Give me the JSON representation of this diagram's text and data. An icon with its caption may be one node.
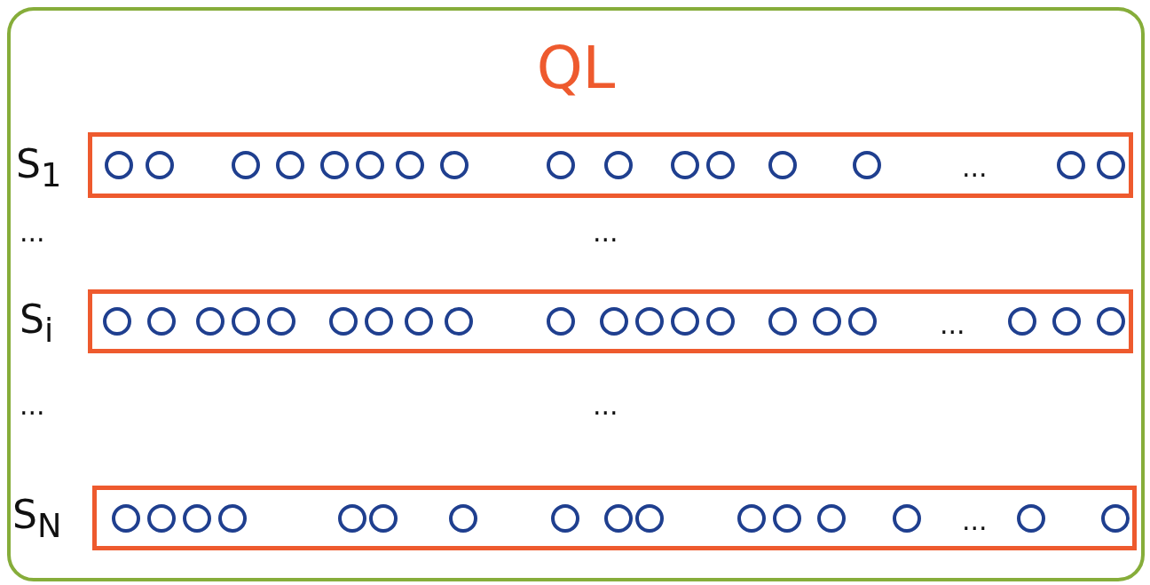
{
  "diagram": {
    "nodes": [
      {
        "text": [
          "QL"
        ]
      },
      {
        "text": [
          "..."
        ],
        "in": 0
      },
      {
        "text": [],
        "shape": "circle",
        "in": 1
      },
      {
        "text": [],
        "shape": "circle",
        "in": 1
      },
      {
        "text": [],
        "shape": "circle",
        "in": 1
      },
      {
        "text": [],
        "shape": "circle",
        "in": 1
      },
      {
        "text": [],
        "shape": "circle",
        "in": 1
      },
      {
        "text": [],
        "shape": "circle",
        "in": 1
      },
      {
        "text": [],
        "shape": "circle",
        "in": 1
      },
      {
        "text": [],
        "shape": "circle",
        "in": 1
      },
      {
        "text": [],
        "shape": "circle",
        "in": 1
      },
      {
        "text": [],
        "shape": "circle",
        "in": 1
      },
      {
        "text": [],
        "shape": "circle",
        "in": 1
      },
      {
        "text": [],
        "shape": "circle",
        "in": 1
      },
      {
        "text": [],
        "shape": "circle",
        "in": 1
      },
      {
        "text": [],
        "shape": "circle",
        "in": 1
      },
      {
        "text": [],
        "shape": "circle",
        "in": 1
      },
      {
        "text": [],
        "shape": "circle",
        "in": 1
      },
      {
        "text": [
          "..."
        ],
        "in": 0
      },
      {
        "text": [],
        "shape": "circle",
        "in": 18
      },
      {
        "text": [],
        "shape": "circle",
        "in": 18
      },
      {
        "text": [],
        "shape": "circle",
        "in": 18
      },
      {
        "text": [],
        "shape": "circle",
        "in": 18
      },
      {
        "text": [],
        "shape": "circle",
        "in": 18
      },
      {
        "text": [],
        "shape": "circle",
        "in": 18
      },
      {
        "text": [],
        "shape": "circle",
        "in": 18
      },
      {
        "text": [],
        "shape": "circle",
        "in": 18
      },
      {
        "text": [],
        "shape": "circle",
        "in": 18
      },
      {
        "text": [],
        "shape": "circle",
        "in": 18
      },
      {
        "text": [],
        "shape": "circle",
        "in": 18
      },
      {
        "text": [],
        "shape": "circle",
        "in": 18
      },
      {
        "text": [],
        "shape": "circle",
        "in": 18
      },
      {
        "text": [],
        "shape": "circle",
        "in": 18
      },
      {
        "text": [],
        "shape": "circle",
        "in": 18
      },
      {
        "text": [],
        "shape": "circle",
        "in": 18
      },
      {
        "text": [],
        "shape": "circle",
        "in": 18
      },
      {
        "text": [],
        "shape": "circle",
        "in": 18
      },
      {
        "text": [],
        "shape": "circle",
        "in": 18
      },
      {
        "text": [],
        "shape": "circle",
        "in": 18
      },
      {
        "text": [
          "..."
        ],
        "in": 0
      },
      {
        "text": [],
        "shape": "circle",
        "in": 39
      },
      {
        "text": [],
        "shape": "circle",
        "in": 39
      },
      {
        "text": [],
        "shape": "circle",
        "in": 39
      },
      {
        "text": [],
        "shape": "circle",
        "in": 39
      },
      {
        "text": [],
        "shape": "circle",
        "in": 39
      },
      {
        "text": [],
        "shape": "circle",
        "in": 39
      },
      {
        "text": [],
        "shape": "circle",
        "in": 39
      },
      {
        "text": [],
        "shape": "circle",
        "in": 39
      },
      {
        "text": [],
        "shape": "circle",
        "in": 39
      },
      {
        "text": [],
        "shape": "circle",
        "in": 39
      },
      {
        "text": [],
        "shape": "circle",
        "in": 39
      },
      {
        "text": [],
        "shape": "circle",
        "in": 39
      },
      {
        "text": [],
        "shape": "circle",
        "in": 39
      },
      {
        "text": [],
        "shape": "circle",
        "in": 39
      },
      {
        "text": [],
        "shape": "circle",
        "in": 39
      },
      {
        "text": [],
        "shape": "circle",
        "in": 39
      }
    ],
    "labels": [
      "S$_{1}$",
      "...",
      "...",
      "S$_{i}$",
      "...",
      "...",
      "S$_{N}$"
    ]
  }
}
